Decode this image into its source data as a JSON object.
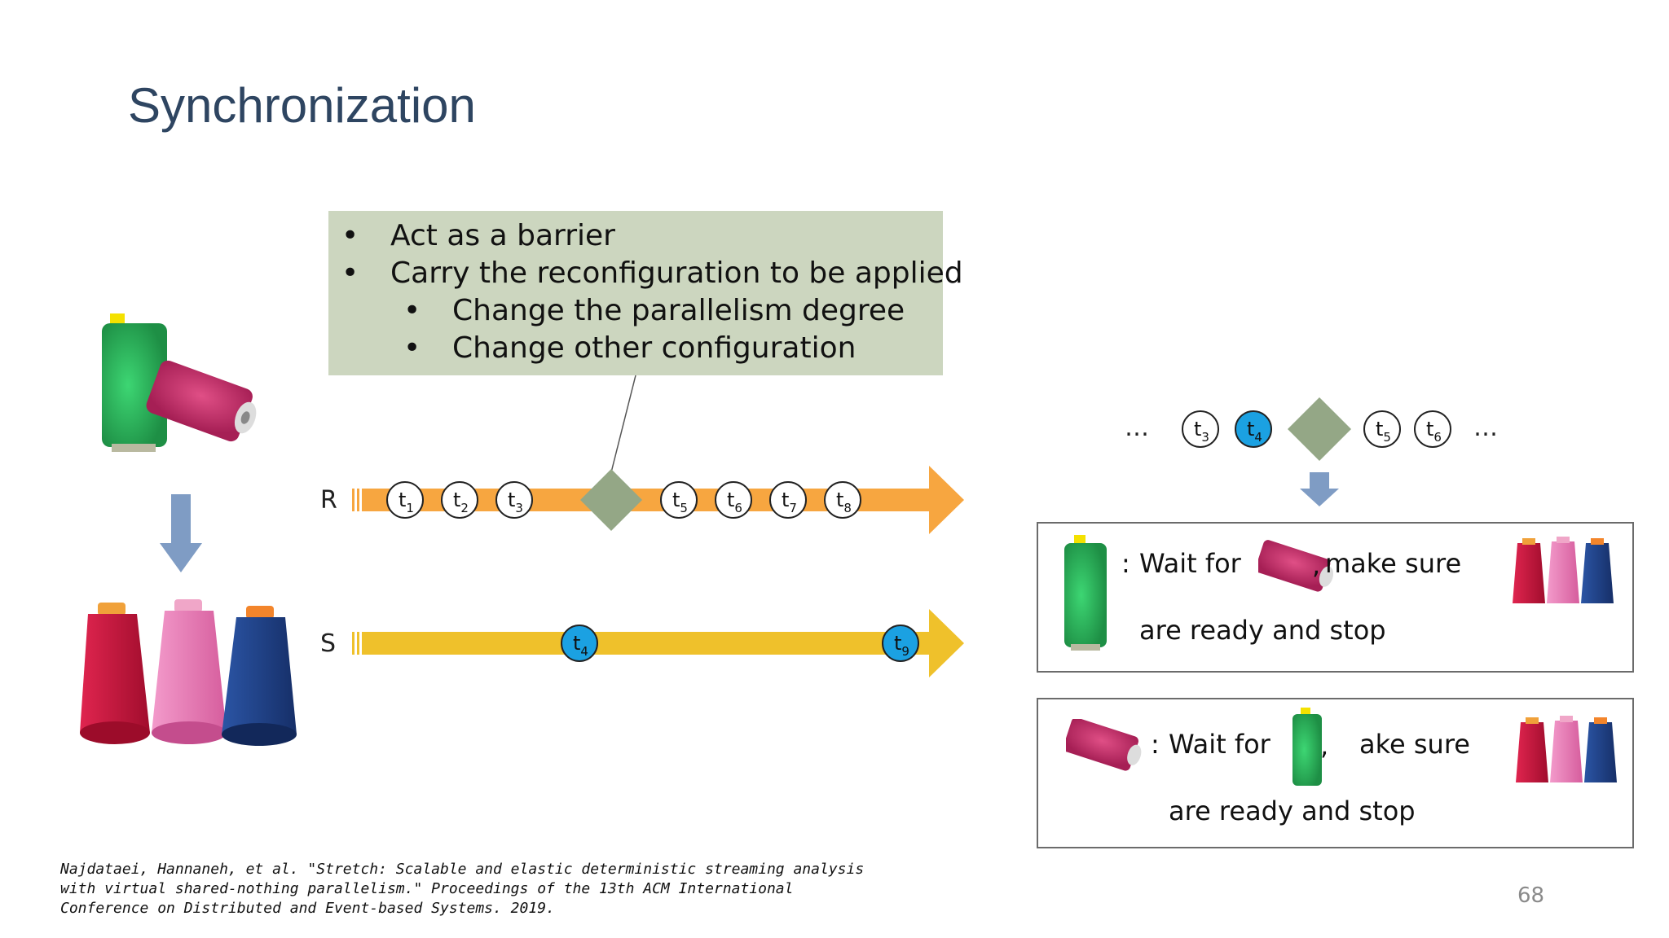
{
  "slide": {
    "title": "Synchronization",
    "page_number": "68"
  },
  "callout": {
    "bullets": [
      {
        "text": "Act as a barrier",
        "level": 1
      },
      {
        "text": "Carry the reconfiguration to be applied",
        "level": 1
      },
      {
        "text": "Change the parallelism degree",
        "level": 2
      },
      {
        "text": "Change other configuration",
        "level": 2
      }
    ],
    "bullet_symbol": "•",
    "background": "#ccd6bf"
  },
  "streams": [
    {
      "label": "R",
      "color": "#f7a640",
      "tuples": [
        {
          "base": "t",
          "sub": "1",
          "highlight": false
        },
        {
          "base": "t",
          "sub": "2",
          "highlight": false
        },
        {
          "base": "t",
          "sub": "3",
          "highlight": false
        },
        {
          "base": "t",
          "sub": "5",
          "highlight": false
        },
        {
          "base": "t",
          "sub": "6",
          "highlight": false
        },
        {
          "base": "t",
          "sub": "7",
          "highlight": false
        },
        {
          "base": "t",
          "sub": "8",
          "highlight": false
        }
      ],
      "has_barrier": true
    },
    {
      "label": "S",
      "color": "#efc12b",
      "tuples": [
        {
          "base": "t",
          "sub": "4",
          "highlight": true
        },
        {
          "base": "t",
          "sub": "9",
          "highlight": true
        }
      ],
      "has_barrier": false
    }
  ],
  "merged_sequence": {
    "leading_ellipsis": "…",
    "trailing_ellipsis": "…",
    "tuples": [
      {
        "base": "t",
        "sub": "3",
        "highlight": false
      },
      {
        "base": "t",
        "sub": "4",
        "highlight": true
      },
      {
        "base": "t",
        "sub": "5",
        "highlight": false
      },
      {
        "base": "t",
        "sub": "6",
        "highlight": false
      }
    ]
  },
  "cards": [
    {
      "colon": ":",
      "wait_text": "Wait for",
      "comma": ",",
      "make_sure_text": "make sure",
      "second_line": "are ready and stop"
    },
    {
      "colon": ":",
      "wait_text": "Wait for",
      "comma": ",",
      "make_sure_text": "ake sure",
      "second_line": "are ready and stop"
    }
  ],
  "colors": {
    "title": "#2e4561",
    "barrier": "#94a786",
    "highlight_tuple": "#1ba1e2",
    "down_arrow": "#7f9cc4",
    "spool_green": "#27b25a",
    "spool_magenta": "#c7326b",
    "spool_red": "#c8143d",
    "spool_pink": "#e774b1",
    "spool_navy": "#1d3f86"
  },
  "citation": "Najdataei, Hannaneh, et al. \"Stretch: Scalable and elastic deterministic streaming analysis with virtual shared-nothing parallelism.\" Proceedings of the 13th ACM International Conference on Distributed and Event-based Systems. 2019."
}
